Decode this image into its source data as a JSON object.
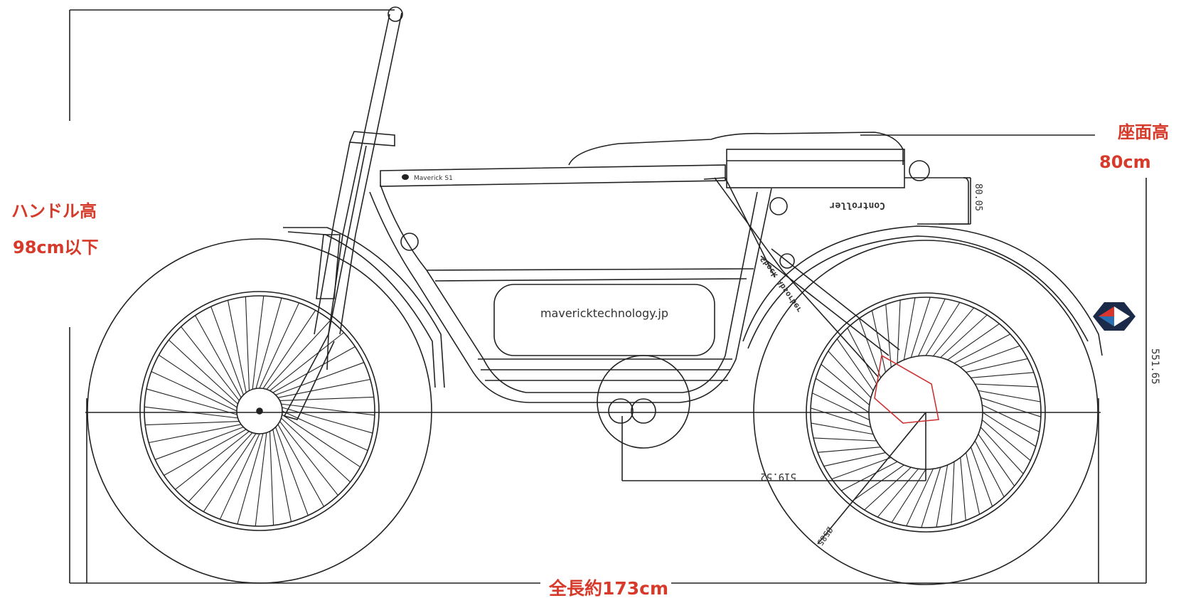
{
  "labels": {
    "handle_height_title": "ハンドル高",
    "handle_height_value": "98cm以下",
    "seat_height_title": "座面高",
    "seat_height_value": "80cm",
    "total_length": "全長約173cm"
  },
  "drawing": {
    "battery_url": "mavericktechnology.jp",
    "frame_brand": "Maverick S1",
    "controller": "Controller",
    "shock_absorber": "Shock Absorber",
    "dim_controller": "80.05",
    "dim_wheelbase": "519.52",
    "dim_height": "551.65",
    "dim_wheel": "Ø585"
  },
  "colors": {
    "label_red": "#d63a2a",
    "line": "#222222",
    "logo_red": "#d8362c",
    "logo_blue": "#2b6fb3",
    "logo_navy": "#1c2a4a"
  },
  "icons": [
    "hex-logo-icon"
  ]
}
